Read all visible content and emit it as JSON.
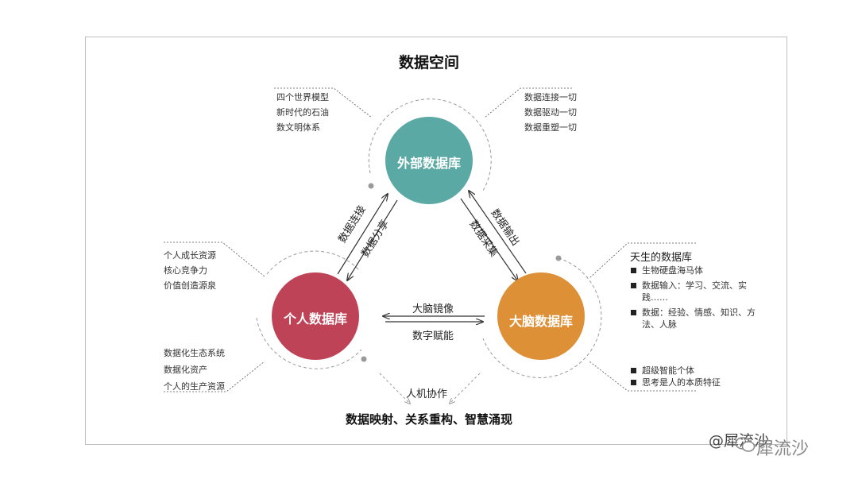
{
  "title": "数据空间",
  "colors": {
    "external": "#5ba9a4",
    "personal": "#bf4356",
    "brain": "#dd9036",
    "arrow": "#333333",
    "dash": "#9a9a9a"
  },
  "nodes": {
    "external": {
      "label": "外部数据库",
      "notes_left": [
        "四个世界模型",
        "新时代的石油",
        "数文明体系"
      ],
      "notes_right": [
        "数据连接一切",
        "数据驱动一切",
        "数据重塑一切"
      ]
    },
    "personal": {
      "label": "个人数据库",
      "notes_top": [
        "个人成长资源",
        "核心竞争力",
        "价值创造源泉"
      ],
      "notes_bottom": [
        "数据化生态系统",
        "数据化资产",
        "个人的生产资源"
      ]
    },
    "brain": {
      "label": "大脑数据库",
      "heading": "天生的数据库",
      "bullets_top": [
        "生物硬盘海马体",
        "数据输入：学习、交流、实践……",
        "数据：经验、情感、知识、方法、人脉"
      ],
      "bullets_bottom": [
        "超级智能个体",
        "思考是人的本质特征"
      ]
    }
  },
  "edges": {
    "left_outer": "数据连接",
    "left_inner": "数据分享",
    "right_outer": "数据输出",
    "right_inner": "数据采集",
    "bottom_top": "大脑镜像",
    "bottom_bottom": "数字赋能",
    "collab": "人机协作"
  },
  "bottom_text": "数据映射、关系重构、智慧涌现",
  "watermark": {
    "handle": "@犀流沙",
    "brand": "犀流沙"
  }
}
